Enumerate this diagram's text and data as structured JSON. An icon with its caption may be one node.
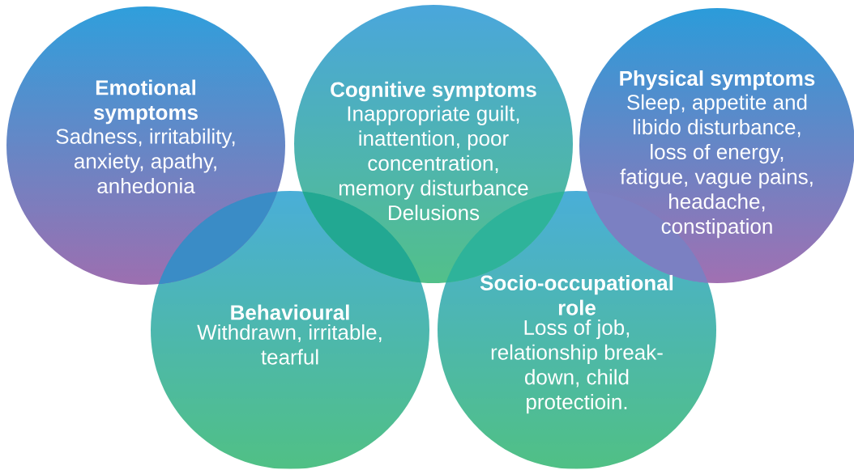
{
  "diagram": {
    "nodes": [
      {
        "text": [
          "Emotional symptoms",
          "Sadness, irritability, anxiety, apathy, anhedonia"
        ]
      },
      {
        "text": [
          "Cognitive symptoms",
          "Inappropriate guilt, inattention, poor concentration, memory disturbance Delusions"
        ]
      },
      {
        "text": [
          "Physical symptoms",
          "Sleep, appetite and libido disturbance, loss of energy, fatigue, vague pains, headache, constipation"
        ]
      },
      {
        "text": [
          "Behavioural",
          "Withdrawn, irritable, tearful"
        ]
      },
      {
        "text": [
          "Socio-occupational role",
          "Loss of job, relationship break-down, child protectioin."
        ]
      }
    ]
  }
}
